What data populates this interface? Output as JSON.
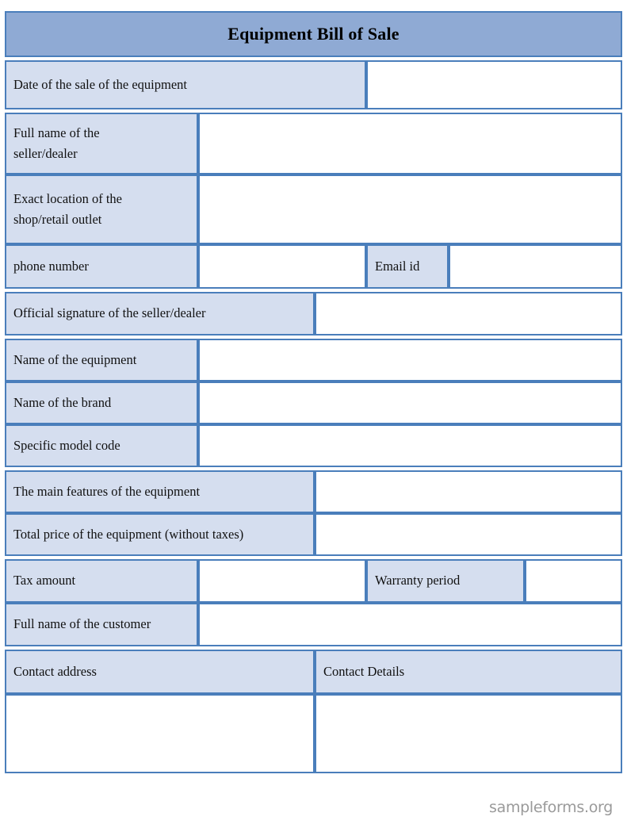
{
  "document": {
    "title": "Equipment Bill of Sale",
    "watermark": "sampleforms.org"
  },
  "colors": {
    "header_fill": "#8FAAD4",
    "label_fill": "#D5DEEF",
    "value_fill": "#FFFFFF",
    "border": "#4A7EBB",
    "text": "#111111",
    "watermark_text": "#9A9A9A"
  },
  "fields": {
    "date_of_sale": {
      "label": "Date of the sale of the equipment",
      "value": ""
    },
    "seller_name": {
      "label_line1": "Full name of the",
      "label_line2": "seller/dealer",
      "value": ""
    },
    "shop_location": {
      "label_line1": "Exact location of the",
      "label_line2": "shop/retail outlet",
      "value": ""
    },
    "phone_number": {
      "label": "phone number",
      "value": ""
    },
    "email_id": {
      "label": "Email id",
      "value": ""
    },
    "seller_signature": {
      "label": "Official signature of the seller/dealer",
      "value": ""
    },
    "equipment_name": {
      "label": "Name of the equipment",
      "value": ""
    },
    "brand_name": {
      "label": "Name of the brand",
      "value": ""
    },
    "model_code": {
      "label": "Specific model code",
      "value": ""
    },
    "main_features": {
      "label": "The main features of the equipment",
      "value": ""
    },
    "total_price": {
      "label": "Total price of the equipment (without taxes)",
      "value": ""
    },
    "tax_amount": {
      "label": "Tax amount",
      "value": ""
    },
    "warranty_period": {
      "label": "Warranty period",
      "value": ""
    },
    "customer_name": {
      "label": "Full name of the customer",
      "value": ""
    },
    "contact_address": {
      "label": "Contact address",
      "value": ""
    },
    "contact_details": {
      "label": "Contact Details",
      "value": ""
    }
  }
}
